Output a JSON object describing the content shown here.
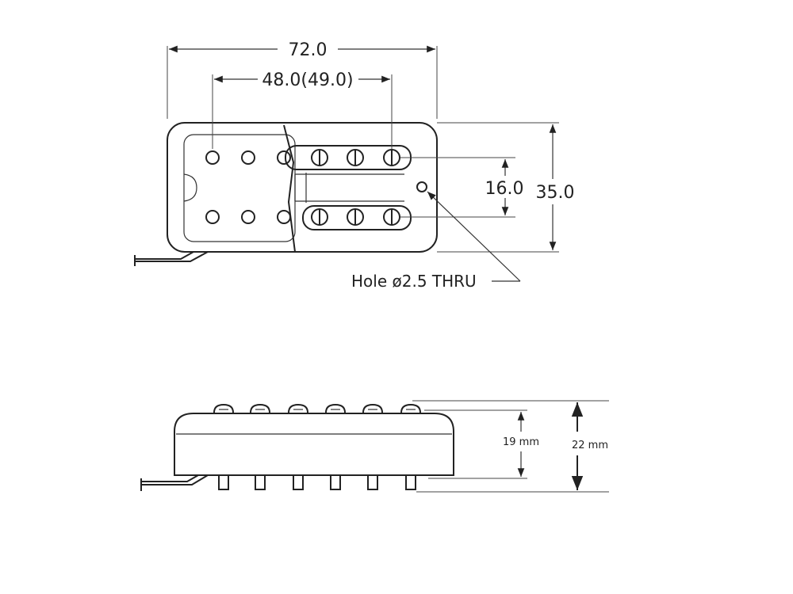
{
  "top_view": {
    "overall_length": "72.0",
    "pole_spacing": "48.0(49.0)",
    "overall_width": "35.0",
    "row_spacing": "16.0",
    "hole_note": "Hole ø2.5 THRU"
  },
  "side_view": {
    "pole_height": "19 mm",
    "total_height": "22 mm"
  }
}
